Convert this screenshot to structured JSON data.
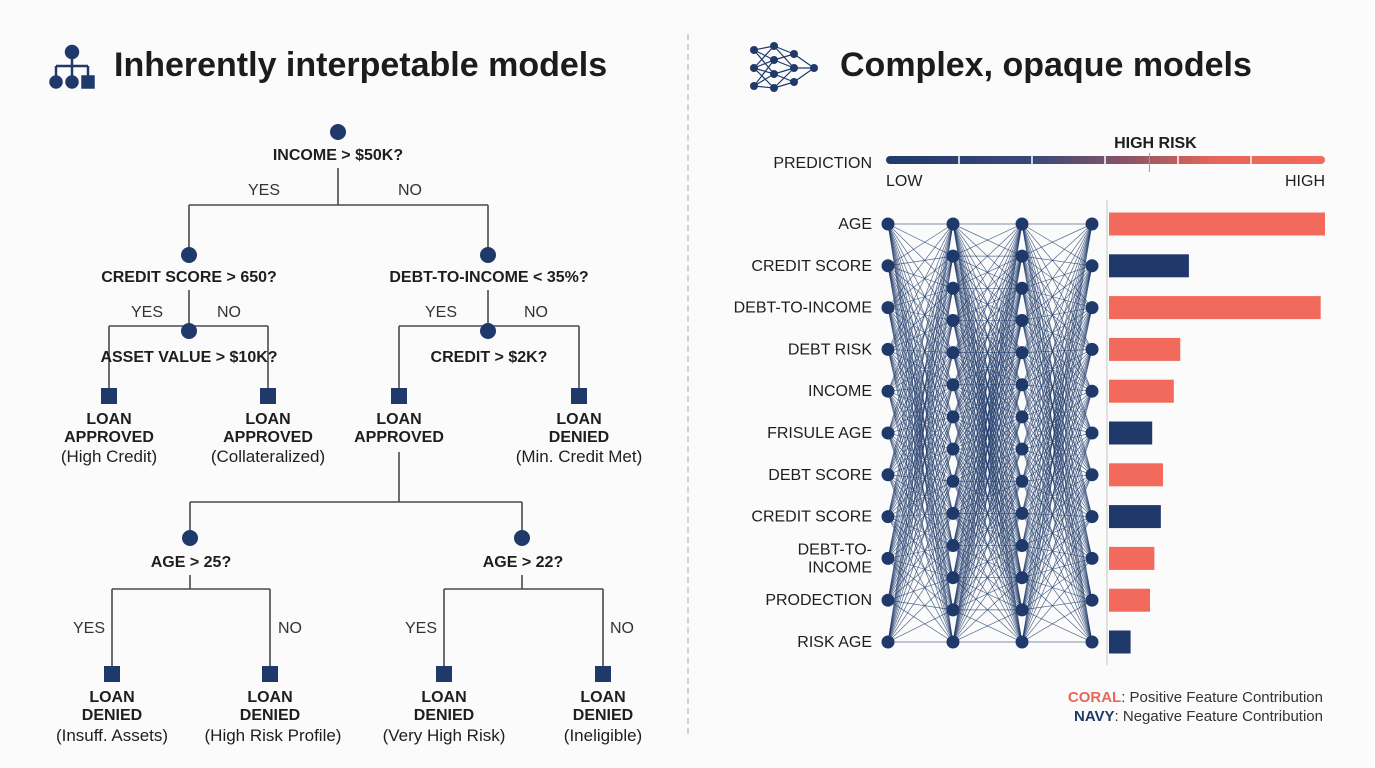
{
  "colors": {
    "navy": "#1f3a6a",
    "coral": "#f26a5b",
    "line": "#4a4a4a",
    "divider": "#d2d2d2"
  },
  "left": {
    "title": "Inherently interpetable models",
    "icon": "hierarchy-icon",
    "tree": {
      "questions": [
        {
          "id": "q_income",
          "text": "INCOME > $50K?"
        },
        {
          "id": "q_credit_score",
          "text": "CREDIT SCORE > 650?"
        },
        {
          "id": "q_dti",
          "text": "DEBT-TO-INCOME < 35%?"
        },
        {
          "id": "q_asset",
          "text": "ASSET VALUE > $10K?"
        },
        {
          "id": "q_credit",
          "text": "CREDIT > $2K?"
        },
        {
          "id": "q_age25",
          "text": "AGE > 25?"
        },
        {
          "id": "q_age22",
          "text": "AGE > 22?"
        }
      ],
      "edge_labels": {
        "yes": "YES",
        "no": "NO"
      },
      "leaves": [
        {
          "id": "l1",
          "line1": "LOAN",
          "line2": "APPROVED",
          "sub": "(High Credit)"
        },
        {
          "id": "l2",
          "line1": "LOAN",
          "line2": "APPROVED",
          "sub": "(Collateralized)"
        },
        {
          "id": "l3",
          "line1": "LOAN",
          "line2": "APPROVED",
          "sub": ""
        },
        {
          "id": "l4",
          "line1": "LOAN",
          "line2": "DENIED",
          "sub": "(Min. Credit Met)"
        },
        {
          "id": "l5",
          "line1": "LOAN",
          "line2": "DENIED",
          "sub": "(Insuff. Assets)"
        },
        {
          "id": "l6",
          "line1": "LOAN",
          "line2": "DENIED",
          "sub": "(High Risk Profile)"
        },
        {
          "id": "l7",
          "line1": "LOAN",
          "line2": "DENIED",
          "sub": "(Very High Risk)"
        },
        {
          "id": "l8",
          "line1": "LOAN",
          "line2": "DENIED",
          "sub": "(Ineligible)"
        }
      ]
    }
  },
  "right": {
    "title": "Complex, opaque models",
    "icon": "neural-network-icon",
    "prediction": {
      "label": "PREDICTION",
      "low_label": "LOW",
      "high_label": "HIGH",
      "marker_label": "HIGH RISK",
      "marker_fraction": 0.6
    },
    "network": {
      "layer_node_counts": [
        11,
        14,
        14,
        11
      ]
    },
    "features": [
      {
        "name": "AGE",
        "sign": "positive",
        "magnitude": 1.0
      },
      {
        "name": "CREDIT SCORE",
        "sign": "negative",
        "magnitude": 0.37
      },
      {
        "name": "DEBT-TO-INCOME",
        "sign": "positive",
        "magnitude": 0.98
      },
      {
        "name": "DEBT RISK",
        "sign": "positive",
        "magnitude": 0.33
      },
      {
        "name": "INCOME",
        "sign": "positive",
        "magnitude": 0.3
      },
      {
        "name": "FRISULE AGE",
        "sign": "negative",
        "magnitude": 0.2
      },
      {
        "name": "DEBT SCORE",
        "sign": "positive",
        "magnitude": 0.25
      },
      {
        "name": "CREDIT SCORE",
        "sign": "negative",
        "magnitude": 0.24
      },
      {
        "name": "DEBT-TO-\nINCOME",
        "sign": "positive",
        "magnitude": 0.21
      },
      {
        "name": "PRODECTION",
        "sign": "positive",
        "magnitude": 0.19
      },
      {
        "name": "RISK AGE",
        "sign": "negative",
        "magnitude": 0.1
      }
    ],
    "legend": {
      "coral_key": "CORAL",
      "coral_text": ": Positive Feature Contribution",
      "navy_key": "NAVY",
      "navy_text": ": Negative Feature Contribution"
    }
  }
}
